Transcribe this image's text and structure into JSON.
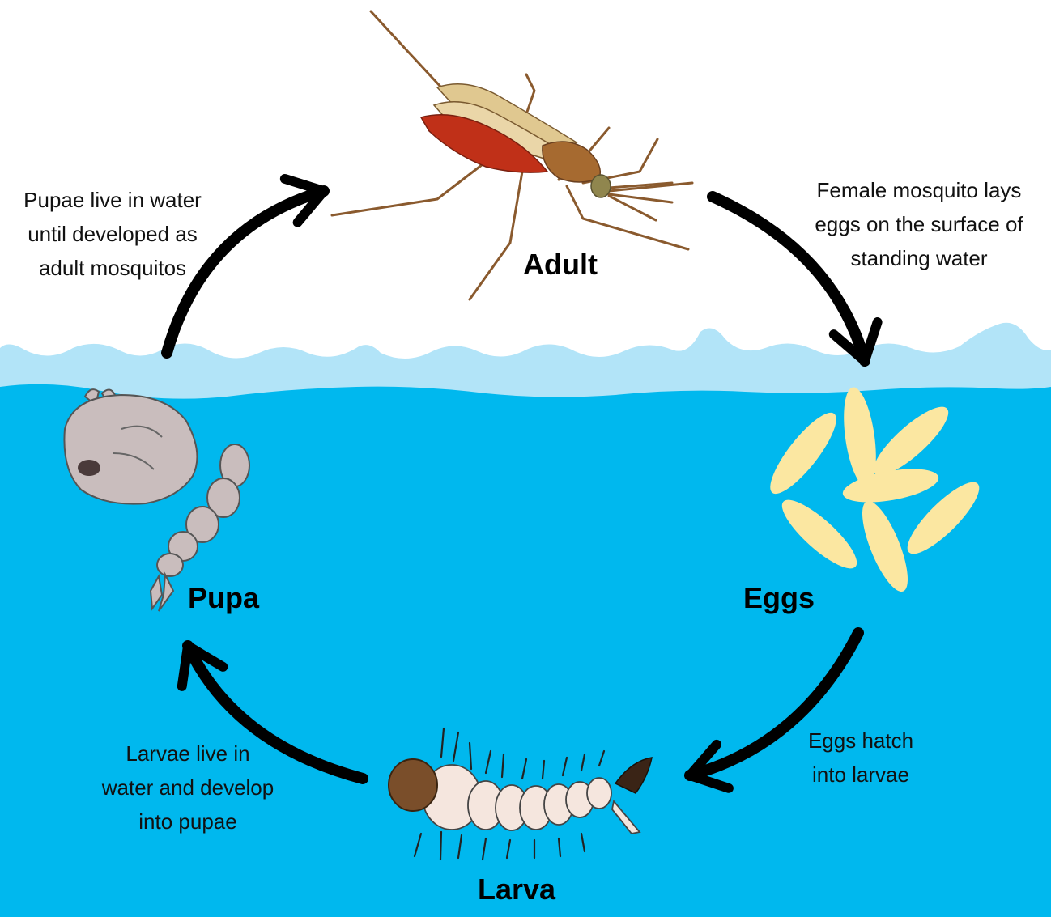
{
  "stages": {
    "adult": "Adult",
    "eggs": "Eggs",
    "larva": "Larva",
    "pupa": "Pupa"
  },
  "descriptions": {
    "adult_to_eggs": [
      "Female mosquito lays",
      "eggs on the surface of",
      "standing  water"
    ],
    "eggs_to_larva": [
      "Eggs hatch",
      "into larvae"
    ],
    "larva_to_pupa": [
      "Larvae live in",
      "water and develop",
      "into pupae"
    ],
    "pupa_to_adult": [
      "Pupae live in water",
      "until developed as",
      "adult mosquitos"
    ]
  },
  "colors": {
    "water_deep": "#00B8EE",
    "water_surface": "#B2E4F8",
    "arrow": "#000000",
    "egg": "#FBE7A1"
  }
}
